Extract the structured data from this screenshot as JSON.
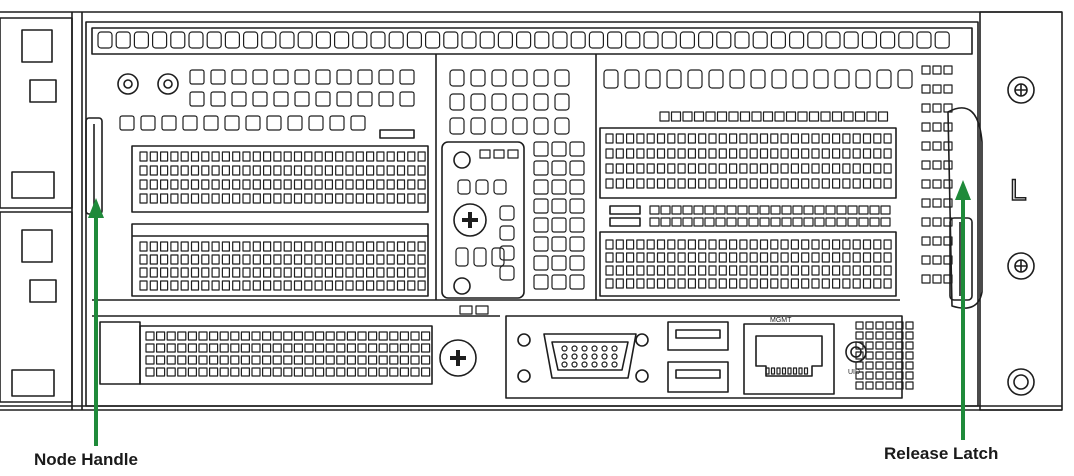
{
  "callouts": [
    {
      "id": "node-handle",
      "label": "Node Handle"
    },
    {
      "id": "release-latch",
      "label": "Release Latch"
    }
  ],
  "ports": {
    "mgmt_label": "MGMT",
    "uid_label": "UID",
    "side_mark": "L"
  },
  "colors": {
    "line": "#1e1e1e",
    "arrow": "#1f8a3a",
    "background": "#ffffff"
  }
}
